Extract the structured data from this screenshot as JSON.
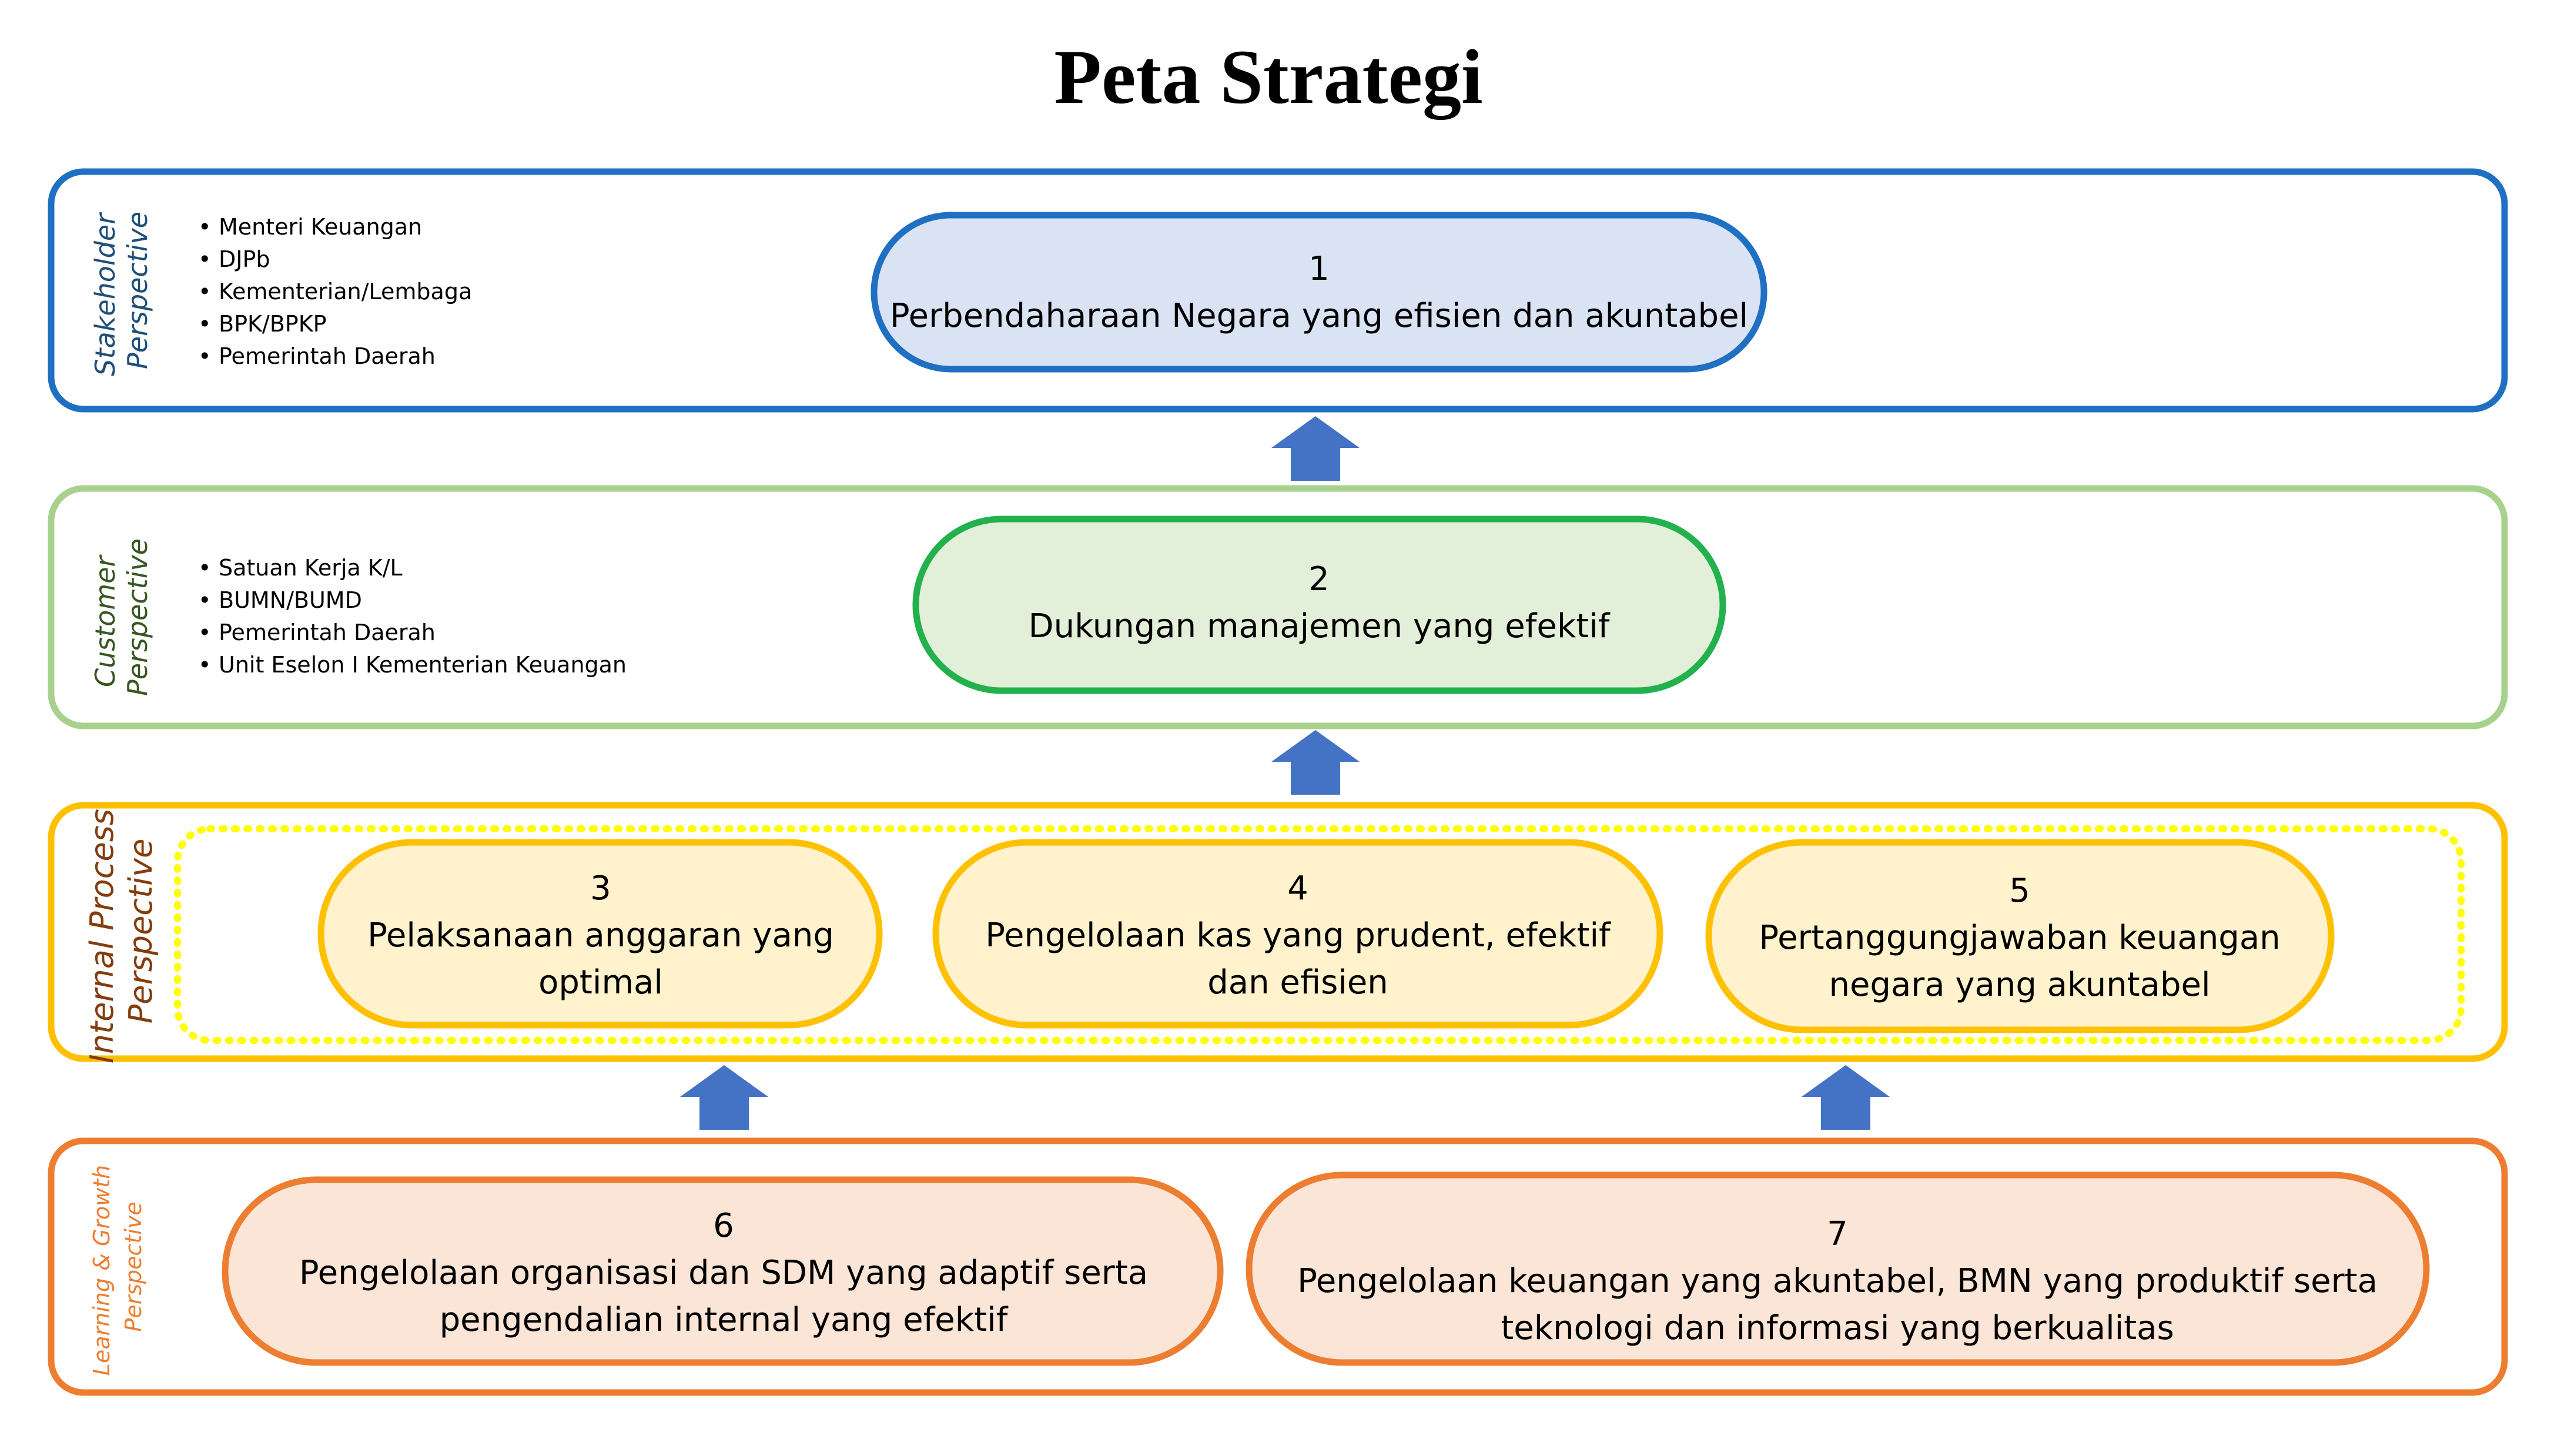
{
  "title": "Peta Strategi",
  "colors": {
    "stakeholder_border": "#1f6fc2",
    "stakeholder_label": "#1f4e79",
    "stakeholder_node_fill": "#dae3f3",
    "customer_border": "#a9d18e",
    "customer_node_border": "#22b14c",
    "customer_label": "#385723",
    "customer_node_fill": "#e2f0d9",
    "internal_border": "#ffc000",
    "internal_dotted": "#ffff00",
    "internal_label": "#843c0c",
    "internal_node_fill": "#fff2cc",
    "learning_border": "#ed7d31",
    "learning_label": "#ed7d31",
    "learning_node_fill": "#fbe5d6",
    "arrow": "#4472c4"
  },
  "layers": {
    "stakeholder": {
      "label_line1": "Stakeholder",
      "label_line2": "Perspective",
      "bullets": [
        "Menteri Keuangan",
        "DJPb",
        "Kementerian/Lembaga",
        "BPK/BPKP",
        "Pemerintah Daerah"
      ]
    },
    "customer": {
      "label_line1": "Customer",
      "label_line2": "Perspective",
      "bullets": [
        "Satuan Kerja K/L",
        "BUMN/BUMD",
        "Pemerintah Daerah",
        "Unit Eselon I Kementerian Keuangan"
      ]
    },
    "internal": {
      "label_line1": "Internal  Process",
      "label_line2": "Perspective"
    },
    "learning": {
      "label_line1": "Learning &  Growth",
      "label_line2": "Perspective"
    }
  },
  "objectives": [
    {
      "number": "1",
      "line1": "Perbendaharaan Negara yang efisien dan akuntabel",
      "line2": ""
    },
    {
      "number": "2",
      "line1": "Dukungan manajemen yang efektif",
      "line2": ""
    },
    {
      "number": "3",
      "line1": "Pelaksanaan anggaran yang",
      "line2": "optimal"
    },
    {
      "number": "4",
      "line1": "Pengelolaan kas yang prudent, efektif",
      "line2": "dan efisien"
    },
    {
      "number": "5",
      "line1": "Pertanggungjawaban keuangan",
      "line2": "negara yang akuntabel"
    },
    {
      "number": "6",
      "line1": "Pengelolaan organisasi dan SDM yang adaptif serta",
      "line2": "pengendalian internal yang efektif"
    },
    {
      "number": "7",
      "line1": "Pengelolaan keuangan yang akuntabel, BMN yang produktif serta",
      "line2": "teknologi dan informasi yang berkualitas"
    }
  ]
}
